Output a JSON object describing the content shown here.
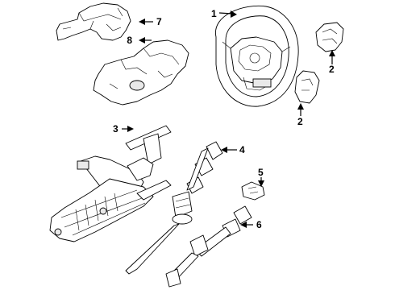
{
  "callouts": {
    "c1": "1",
    "c2a": "2",
    "c2b": "2",
    "c3": "3",
    "c4": "4",
    "c5": "5",
    "c6": "6",
    "c7": "7",
    "c8": "8"
  },
  "colors": {
    "line": "#000000",
    "background": "#ffffff"
  }
}
